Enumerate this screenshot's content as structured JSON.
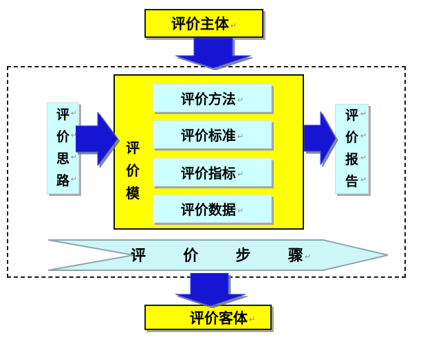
{
  "diagram": {
    "title_semantics": "evaluation-framework-flow",
    "paragraph_mark": "↵",
    "top_box": {
      "label": "评价主体"
    },
    "bottom_box": {
      "label": "评价客体"
    },
    "left_box": {
      "chars": [
        "评",
        "价",
        "思",
        "路"
      ]
    },
    "right_box": {
      "chars": [
        "评",
        "价",
        "报",
        "告"
      ]
    },
    "center_box": {
      "side_chars": [
        "评",
        "价",
        "模"
      ],
      "items": [
        {
          "label": "评价方法"
        },
        {
          "label": "评价标准"
        },
        {
          "label": "评价指标"
        },
        {
          "label": "评价数据"
        }
      ]
    },
    "process_arrow": {
      "chars": [
        "评",
        "价",
        "步",
        "骤"
      ]
    },
    "colors": {
      "box_yellow": "#FFFF00",
      "box_cyan": "#CCFFFF",
      "arrow_blue": "#1515D2",
      "pennant_cyan": "#CDF7F7",
      "frame_border": "#141414",
      "shadow_gray": "#A6A6A6"
    }
  }
}
